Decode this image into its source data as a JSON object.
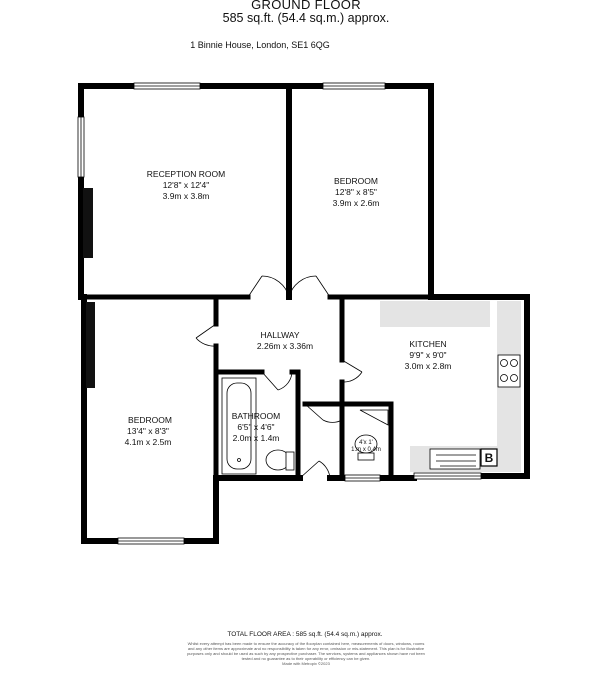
{
  "header": {
    "floor": "GROUND FLOOR",
    "area": "585 sq.ft. (54.4 sq.m.) approx.",
    "address": "1 Binnie House, London, SE1 6QG"
  },
  "rooms": {
    "reception": {
      "name": "RECEPTION ROOM",
      "imperial": "12'8\" x 12'4\"",
      "metric": "3.9m x 3.8m"
    },
    "bedroom_top": {
      "name": "BEDROOM",
      "imperial": "12'8\" x 8'5\"",
      "metric": "3.9m x 2.6m"
    },
    "hallway": {
      "name": "HALLWAY",
      "metric": "2.26m x 3.36m"
    },
    "kitchen": {
      "name": "KITCHEN",
      "imperial": "9'9\" x 9'0\"",
      "metric": "3.0m x 2.8m"
    },
    "bedroom_left": {
      "name": "BEDROOM",
      "imperial": "13'4\" x 8'3\"",
      "metric": "4.1m x 2.5m"
    },
    "bathroom": {
      "name": "BATHROOM",
      "imperial": "6'5\" x 4'6\"",
      "metric": "2.0m x 1.4m"
    },
    "wc": {
      "imperial": "4'x 1'",
      "metric": "1.m x 0.4m"
    },
    "boiler": "B"
  },
  "footer": {
    "total": "TOTAL FLOOR AREA : 585 sq.ft. (54.4 sq.m.) approx.",
    "disclaimer": "Whilst every attempt has been made to ensure the accuracy of the floorplan contained here, measurements of doors, windows, rooms and any other items are approximate and no responsibility is taken for any error, omission or mis-statement. This plan is for illustrative purposes only and should be used as such by any prospective purchaser. The services, systems and appliances shown have not been tested and no guarantee as to their operability or efficiency can be given.",
    "credit": "Made with Metropix ©2023"
  }
}
